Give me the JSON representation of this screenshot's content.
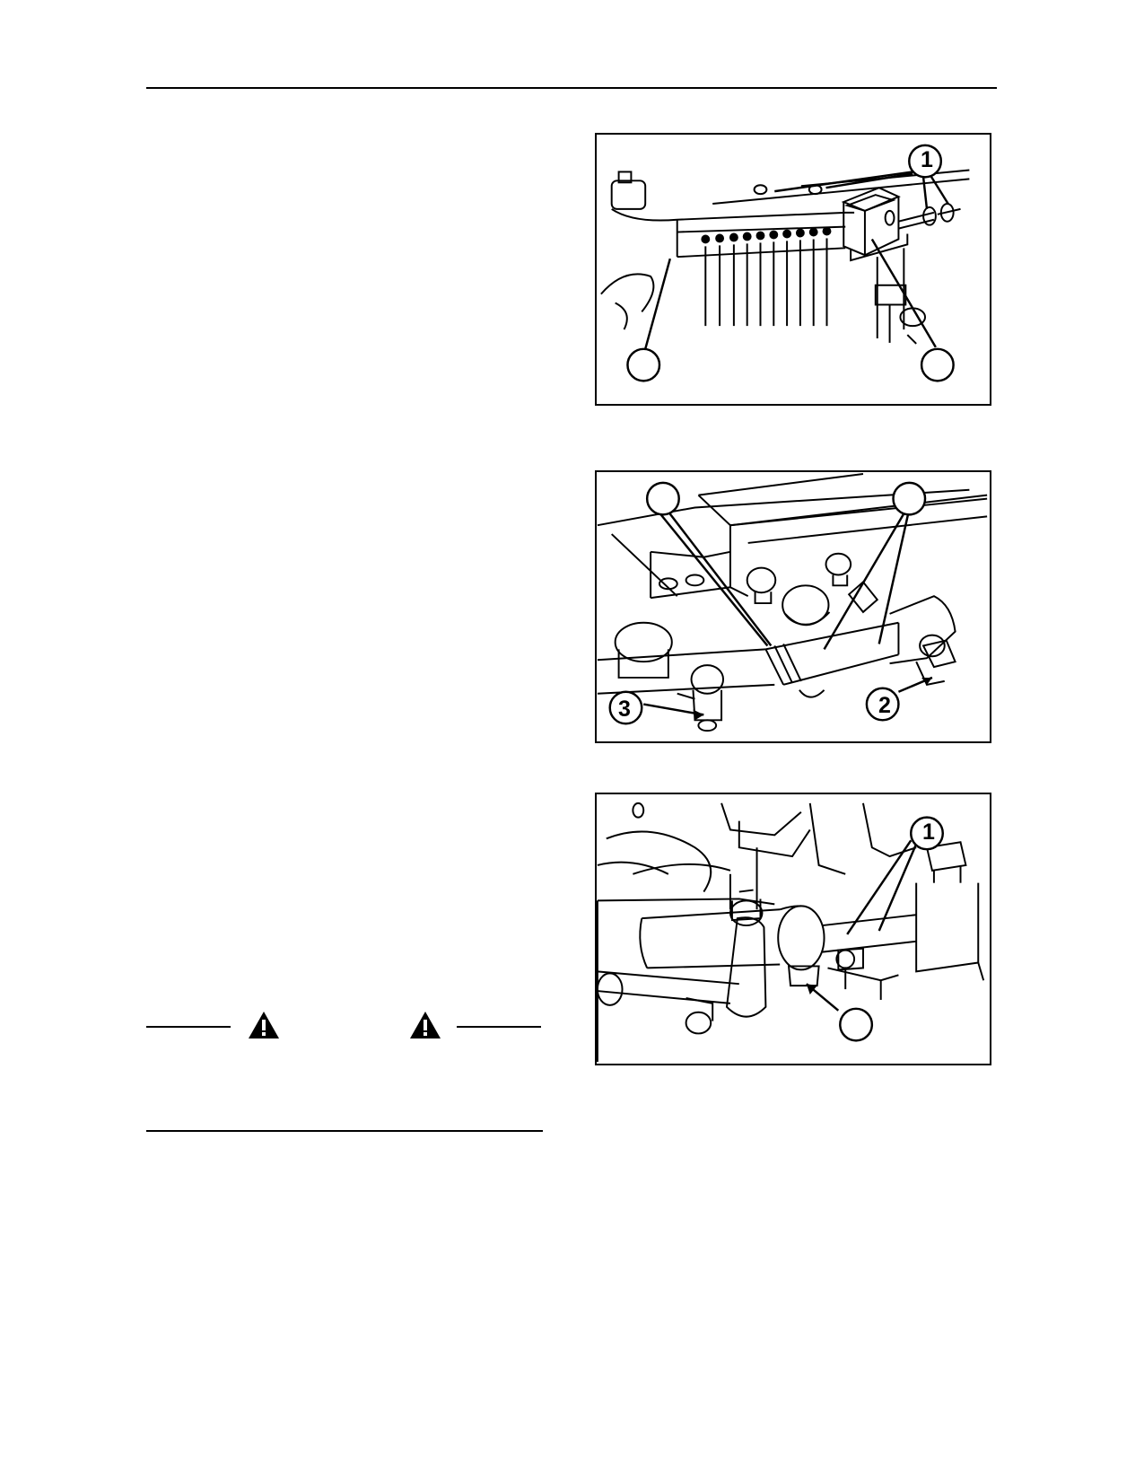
{
  "figures": [
    {
      "callouts": [
        "1",
        "",
        ""
      ]
    },
    {
      "callouts": [
        "",
        "",
        "2",
        "3"
      ]
    },
    {
      "callouts": [
        "1",
        ""
      ]
    }
  ],
  "warning_banner": {
    "left_icon": "warning-triangle-icon",
    "right_icon": "warning-triangle-icon"
  }
}
